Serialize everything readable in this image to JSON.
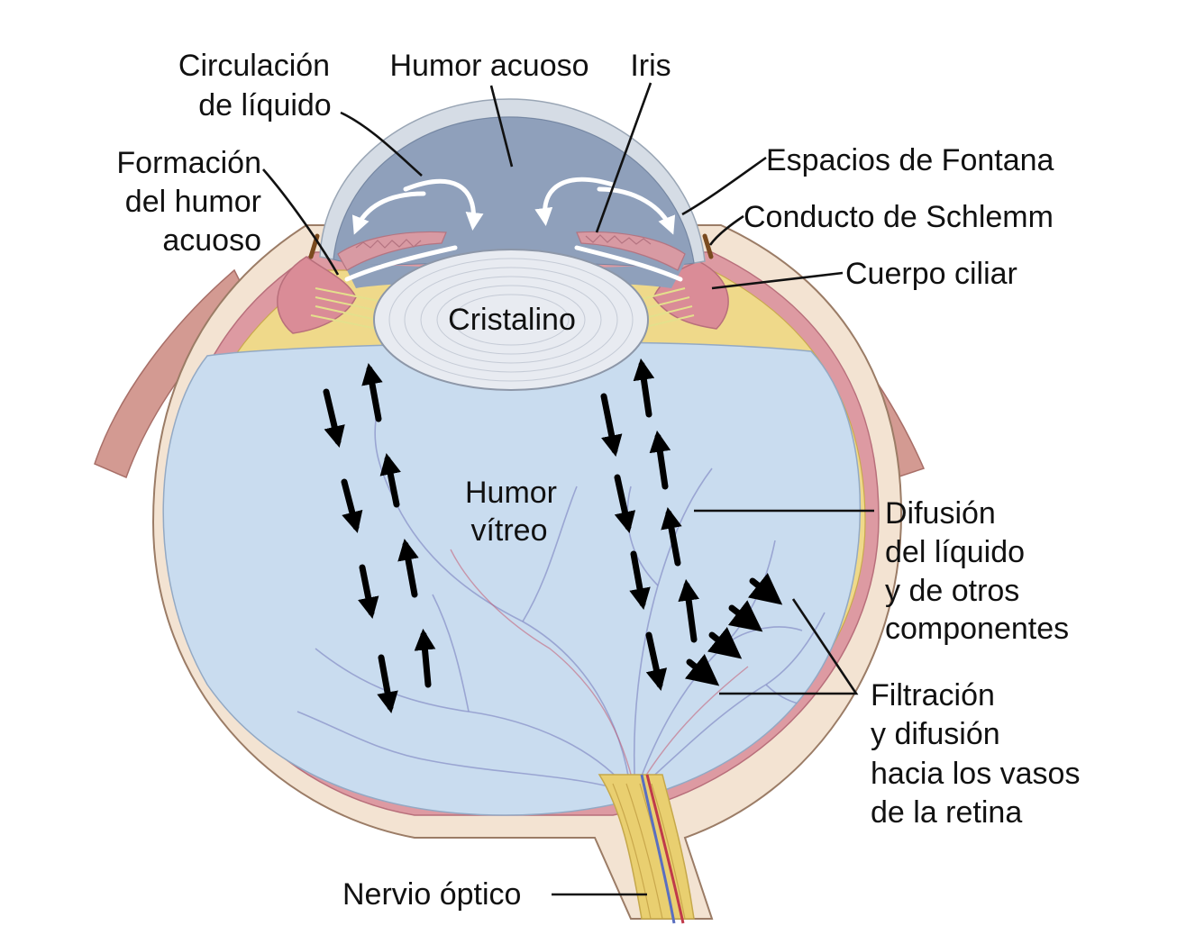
{
  "labels": {
    "circulacion": [
      "Circulación",
      "de líquido"
    ],
    "humor_acuoso": "Humor acuoso",
    "iris": "Iris",
    "formacion": [
      "Formación",
      "del humor",
      "acuoso"
    ],
    "espacios_fontana": "Espacios de Fontana",
    "conducto_schlemm": "Conducto de Schlemm",
    "cuerpo_ciliar": "Cuerpo ciliar",
    "cristalino": "Cristalino",
    "humor_vitreo": [
      "Humor",
      "vítreo"
    ],
    "difusion": [
      "Difusión",
      "del líquido",
      "y de otros",
      "componentes"
    ],
    "filtracion": [
      "Filtración",
      "y difusión",
      "hacia los vasos",
      "de la retina"
    ],
    "nervio_optico": "Nervio óptico"
  },
  "colors": {
    "sclera": "#f4e4d6",
    "choroid": "#d98c96",
    "retina_yellow": "#efd987",
    "vitreous": "#c9dcef",
    "aqueous": "#8fa0bb",
    "cornea": "#d6dde6",
    "lens": "#e7eaf0",
    "ciliary": "#d98a95",
    "optic_nerve": "#e8cf6f",
    "muscle": "#c98985"
  }
}
